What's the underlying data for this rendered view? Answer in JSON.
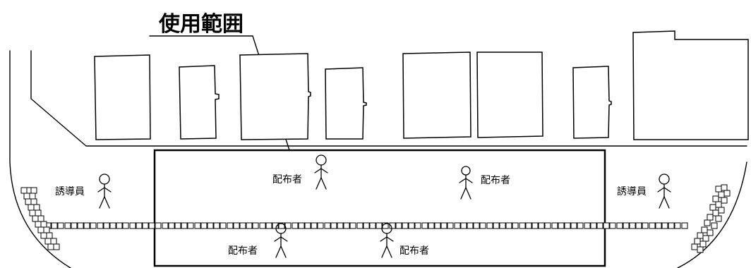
{
  "diagram": {
    "title": "使用範囲",
    "labels": {
      "guide": "誘導員",
      "distributor": "配布者"
    }
  }
}
